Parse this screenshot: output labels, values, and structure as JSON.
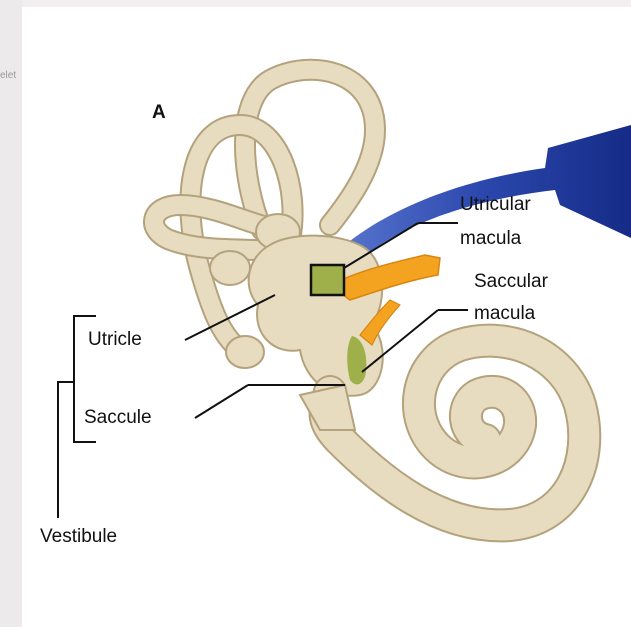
{
  "figure": {
    "panel_letter": "A",
    "edge_fragment": "elet",
    "labels": {
      "utricular_macula": [
        "Utricular",
        "macula"
      ],
      "saccular_macula": [
        "Saccular",
        "macula"
      ],
      "utricle": "Utricle",
      "saccule": "Saccule",
      "vestibule": "Vestibule"
    },
    "colors": {
      "labyrinth_fill": "#e8dcc0",
      "labyrinth_stroke": "#b3a27c",
      "macula": "#9fb04a",
      "nerve": "#f4a321",
      "arrow": "#1f3a9a",
      "leader_line": "#111111"
    }
  }
}
